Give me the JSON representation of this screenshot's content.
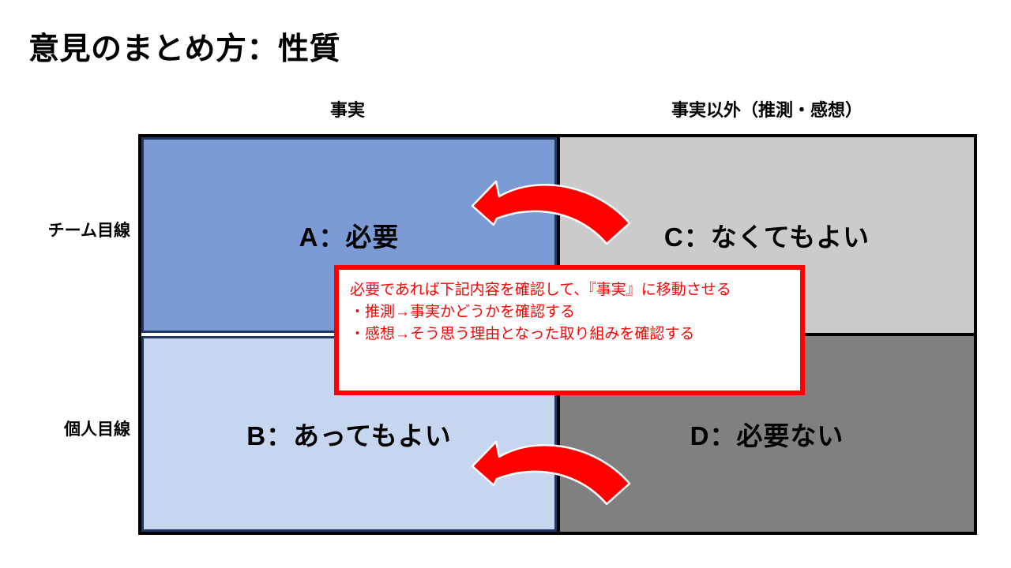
{
  "slide": {
    "title": "意見のまとめ方：性質"
  },
  "matrix": {
    "column_headers": [
      {
        "id": "fact",
        "label": "事実"
      },
      {
        "id": "non-fact",
        "label": "事実以外（推測・感想）"
      }
    ],
    "row_headers": [
      {
        "id": "team",
        "label": "チーム目線"
      },
      {
        "id": "individual",
        "label": "個人目線"
      }
    ],
    "quadrants": [
      {
        "id": "a",
        "label": "A：必要",
        "fill": "#7c9ad4",
        "outline": "#1f3864",
        "row": "team",
        "column": "fact"
      },
      {
        "id": "c",
        "label": "C：なくてもよい",
        "fill": "#cbcbcb",
        "outline": "#cbcbcb",
        "row": "team",
        "column": "non-fact"
      },
      {
        "id": "b",
        "label": "B：あってもよい",
        "fill": "#c7d6ef",
        "outline": "#1f3864",
        "row": "individual",
        "column": "fact"
      },
      {
        "id": "d",
        "label": "D：必要ない",
        "fill": "#808080",
        "outline": "#808080",
        "row": "individual",
        "column": "non-fact"
      }
    ],
    "border_color": "#000000"
  },
  "arrows": [
    {
      "id": "top",
      "name": "arrow-c-to-a",
      "direction": "left",
      "color": "#ff0000"
    },
    {
      "id": "bottom",
      "name": "arrow-d-to-b",
      "direction": "left",
      "color": "#ff0000"
    }
  ],
  "callout": {
    "border_color": "#ff0000",
    "text_color": "#ff0000",
    "intro": "必要であれば下記内容を確認して、『事実』に移動させる",
    "bullets": [
      "・推測→事実かどうかを確認する",
      "・感想→そう思う理由となった取り組みを確認する"
    ]
  }
}
